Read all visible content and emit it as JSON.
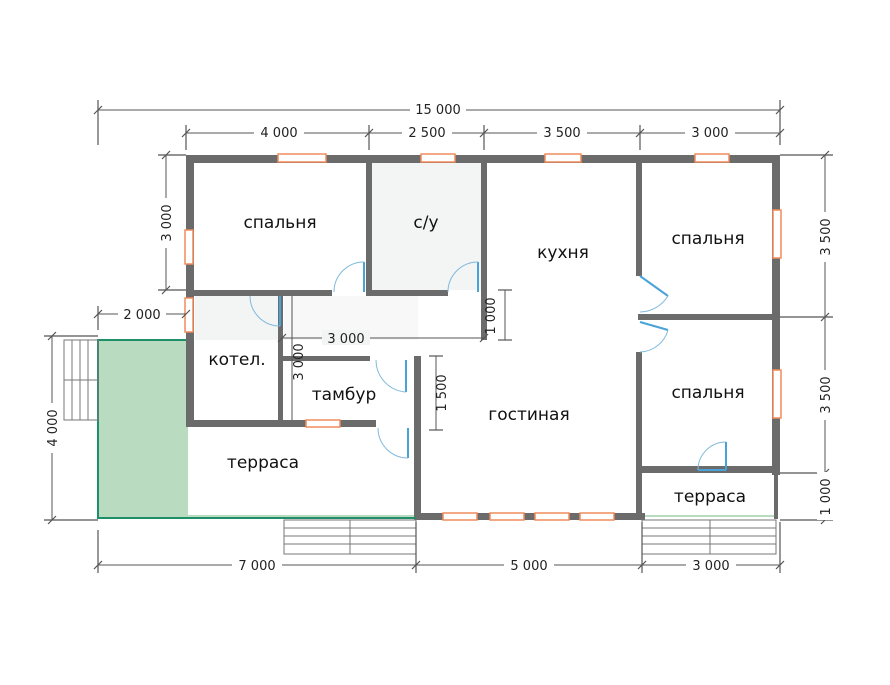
{
  "rooms": {
    "bedroom_1": "спальня",
    "bathroom": "с/у",
    "kitchen": "кухня",
    "bedroom_2": "спальня",
    "boiler": "котел.",
    "vestibule": "тамбур",
    "living": "гостиная",
    "bedroom_3": "спальня",
    "terrace_main": "терраса",
    "terrace_small": "терраса"
  },
  "dimensions": {
    "overall_width": "15 000",
    "top_1": "4 000",
    "top_2": "2 500",
    "top_3": "3 500",
    "top_4": "3 000",
    "left_top": "3 000",
    "left_offset": "2 000",
    "left_bottom": "4 000",
    "right_1": "3 500",
    "right_2": "3 500",
    "right_3": "1 000",
    "bottom_1": "7 000",
    "bottom_2": "5 000",
    "bottom_3": "3 000",
    "inner_corridor": "3 000",
    "inner_v1": "1 000",
    "inner_v2": "3 000",
    "inner_v3": "1 500"
  },
  "colors": {
    "wall": "#6b6b6b",
    "terrace": "#b9dcc0",
    "window_frame": "#f08b5a",
    "door": "#4aa3d8"
  }
}
